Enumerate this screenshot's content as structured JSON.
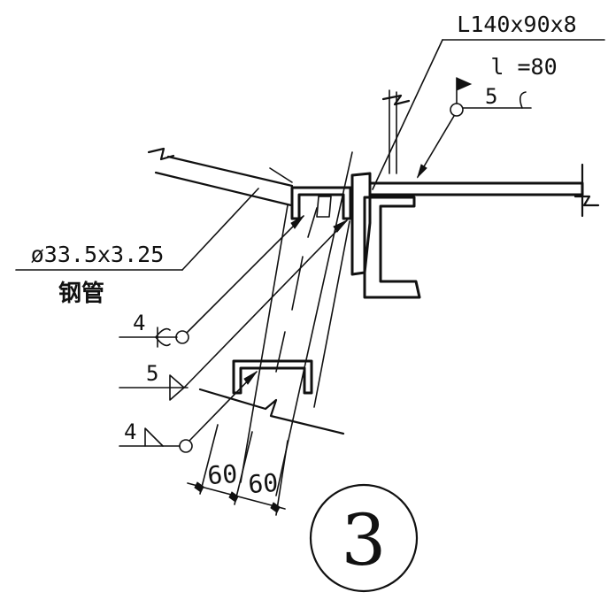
{
  "labels": {
    "angle_spec": "L140x90x8",
    "angle_length": "l =80",
    "pipe_spec": "ø33.5x3.25",
    "pipe_name": "钢管",
    "dim_left": "60",
    "dim_right": "60",
    "detail_number": "3"
  },
  "welds": {
    "top": "5",
    "left_upper": "4",
    "left_middle": "5",
    "left_lower": "4"
  },
  "colors": {
    "ink": "#111111",
    "paper": "#ffffff"
  }
}
